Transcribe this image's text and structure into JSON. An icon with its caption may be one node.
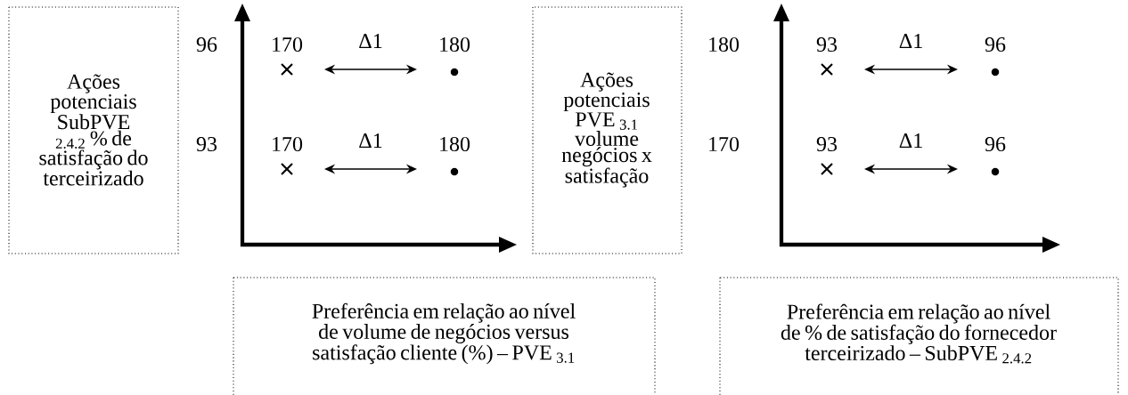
{
  "diagram": {
    "nodes": [
      {
        "text": [
          "Ações potenciais SubPVE $_{2.4.2}$ % de satisfação do terceirizado"
        ]
      },
      {
        "text": [
          "170"
        ]
      },
      {
        "text": [
          "180"
        ]
      },
      {
        "text": [
          "170"
        ]
      },
      {
        "text": [
          "180"
        ]
      },
      {
        "text": [
          "Ações potenciais PVE $_{3.1}$ volume negócios x satisfação"
        ]
      },
      {
        "text": [
          "93"
        ]
      },
      {
        "text": [
          "96"
        ]
      },
      {
        "text": [
          "93"
        ]
      },
      {
        "text": [
          "96"
        ]
      },
      {
        "text": [
          "Preferência em relação ao nível de volume de negócios versus satisfação cliente (%) – PVE $_{3.1}$"
        ]
      },
      {
        "text": [
          "Preferência em relação ao nível de % de satisfação do fornecedor terceirizado – SubPVE $_{2.4.2}$"
        ]
      }
    ],
    "edges": [
      {
        "from": 1,
        "to": 2,
        "arrow": "both",
        "label": "Δ1"
      },
      {
        "from": 3,
        "to": 4,
        "arrow": "both",
        "label": "Δ1"
      },
      {
        "from": 6,
        "to": 7,
        "arrow": "both",
        "label": "Δ1"
      },
      {
        "from": 8,
        "to": 9,
        "arrow": "both",
        "label": "Δ1"
      }
    ],
    "labels": [
      "96",
      "93",
      "180",
      "170"
    ]
  }
}
